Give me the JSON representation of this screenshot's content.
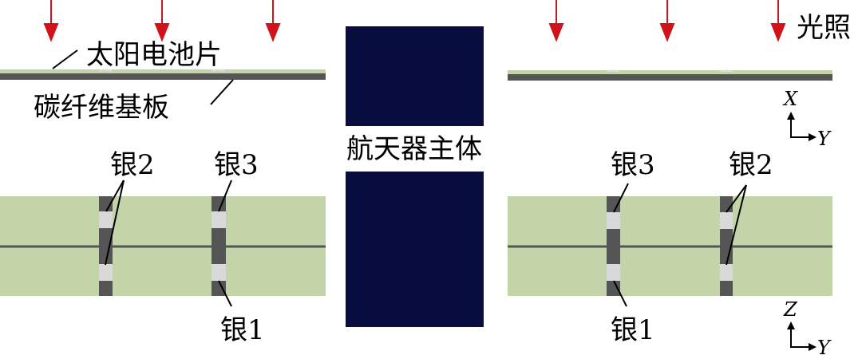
{
  "labels": {
    "solar_cell": "太阳电池片",
    "cfrp_substrate": "碳纤维基板",
    "spacecraft_body": "航天器主体",
    "illumination": "光照",
    "silver1": "银1",
    "silver2": "银2",
    "silver3": "银3"
  },
  "axes": {
    "top": {
      "vertical": "X",
      "horizontal": "Y"
    },
    "bottom": {
      "vertical": "Z",
      "horizontal": "Y"
    }
  },
  "colors": {
    "cell": "#c3d4a9",
    "substrate": "#555555",
    "silver": "#d9d9d9",
    "body": "#080c3e",
    "arrow": "#d0121b"
  }
}
